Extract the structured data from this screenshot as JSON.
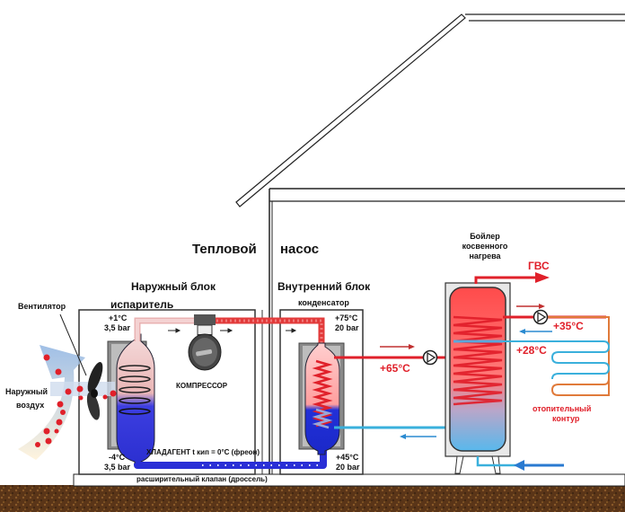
{
  "title": {
    "left": "Тепловой",
    "right": "насос"
  },
  "outdoor_unit": {
    "label": "Наружный блок",
    "evaporator_label": "испаритель",
    "top_temp": "+1°C",
    "top_pressure": "3,5 bar",
    "bottom_temp": "-4°C",
    "bottom_pressure": "3,5 bar",
    "compressor_label": "КОМПРЕССОР",
    "refrigerant_label": "ХЛАДАГЕНТ t кип = 0°C (фреон)"
  },
  "indoor_unit": {
    "label": "Внутренний блок",
    "condenser_label": "конденсатор",
    "top_temp": "+75°C",
    "top_pressure": "20 bar",
    "bottom_temp": "+45°C",
    "bottom_pressure": "20 bar"
  },
  "fan": {
    "label": "Вентилятор"
  },
  "outside_air": {
    "label_line1": "Наружный",
    "label_line2": "воздух"
  },
  "expansion_valve": {
    "label": "расширительный клапан (дроссель)"
  },
  "boiler": {
    "label_line1": "Бойлер",
    "label_line2": "косвенного",
    "label_line3": "нагрева",
    "hot_water_label": "ГВС",
    "supply_temp": "+65°C",
    "heating_supply_temp": "+35°C",
    "heating_return_temp": "+28°C"
  },
  "heating_circuit": {
    "label_line1": "отопительный",
    "label_line2": "контур"
  },
  "colors": {
    "hot": "#e0202a",
    "cold": "#2b2fd0",
    "return_water": "#3ab0dc",
    "heating_loop": "#e07a3a",
    "ground": "#5a3518"
  }
}
